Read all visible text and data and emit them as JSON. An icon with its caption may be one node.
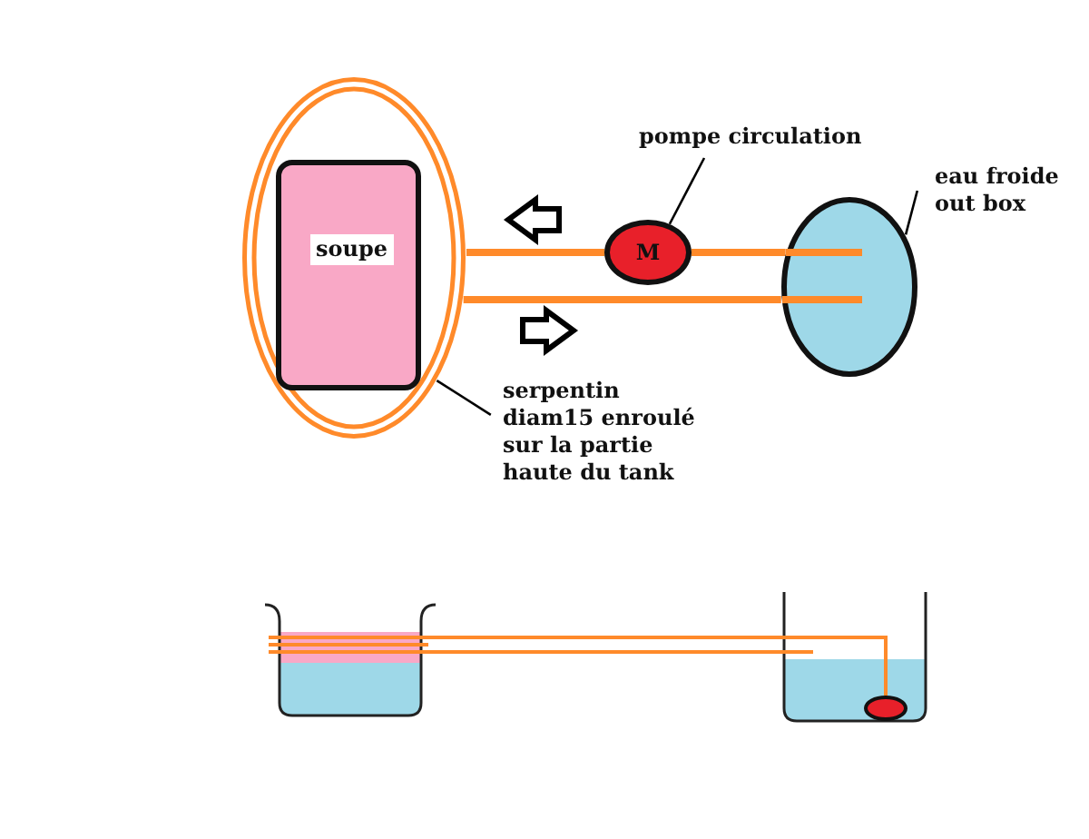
{
  "diagram": {
    "nodes": [
      {
        "text": [],
        "shape": "ellipse"
      },
      {
        "text": [
          "soupe"
        ],
        "in": 0
      },
      {
        "text": [
          "M"
        ]
      },
      {
        "text": [],
        "shape": "ellipse"
      },
      {
        "text": [
          "pompe circulation"
        ]
      },
      {
        "text": [
          "eau froide out box"
        ]
      },
      {
        "text": [
          "serpentin diam15 enroulé sur la partie haute du tank"
        ]
      }
    ],
    "edges": [
      {
        "from": 0,
        "to": 2,
        "arrow": "none",
        "style": "thick",
        "color": "#ff8a2a"
      },
      {
        "from": 2,
        "to": 3,
        "arrow": "none",
        "style": "thick",
        "color": "#ff8a2a"
      },
      {
        "from": 0,
        "to": 3,
        "arrow": "none",
        "style": "thick",
        "color": "#ff8a2a"
      },
      {
        "from": 4,
        "to": 2,
        "arrow": "none",
        "color": "#000000"
      },
      {
        "from": 5,
        "to": 3,
        "arrow": "none",
        "color": "#000000"
      },
      {
        "from": 6,
        "to": 0,
        "arrow": "none",
        "color": "#000000"
      }
    ]
  }
}
